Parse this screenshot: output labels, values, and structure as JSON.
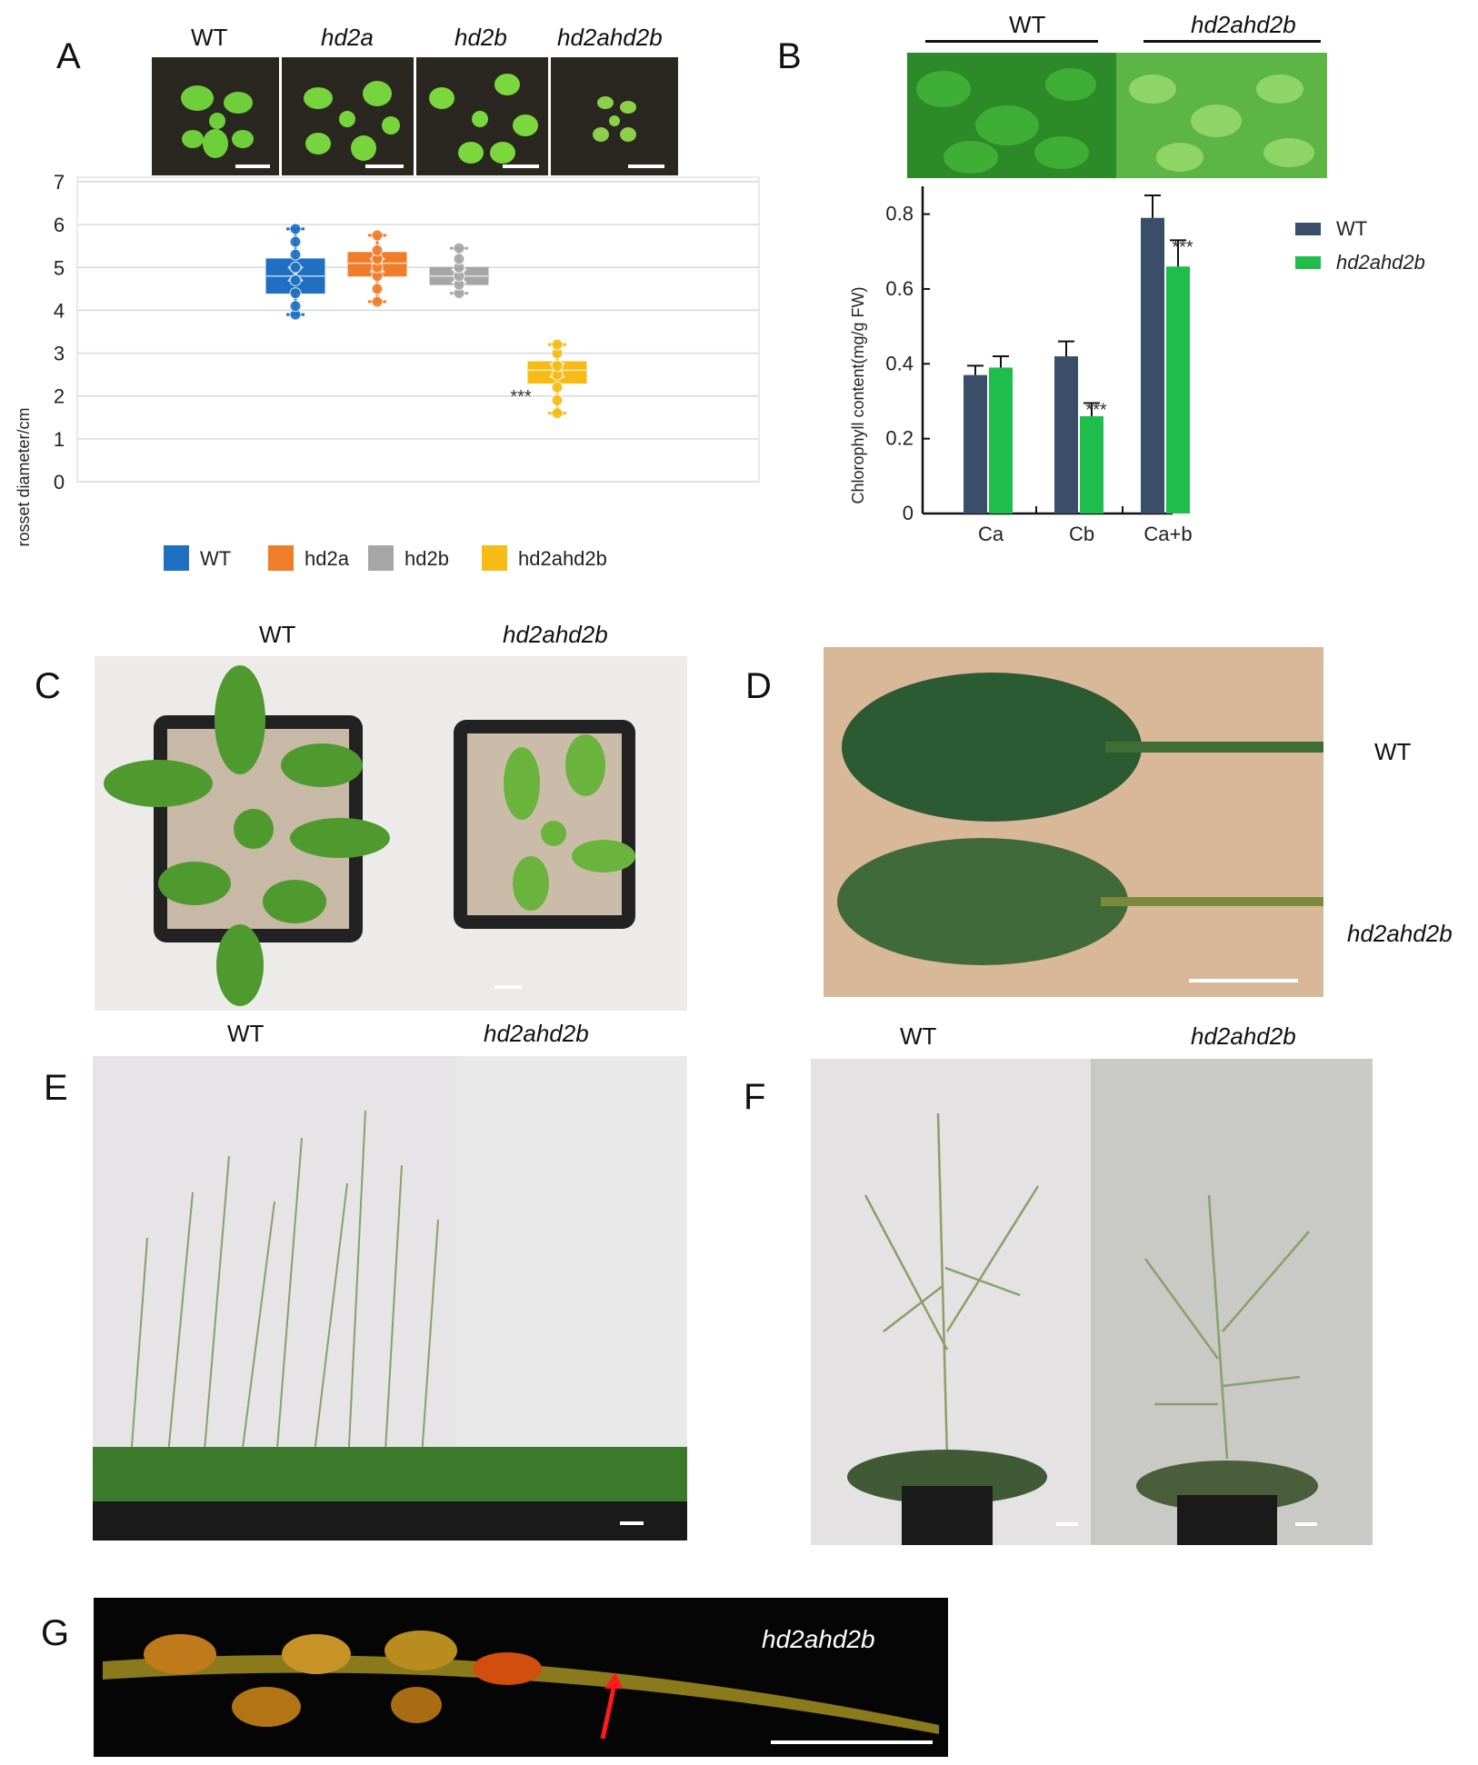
{
  "panels": {
    "A": {
      "letter": "A",
      "genotypes": [
        "WT",
        "hd2a",
        "hd2b",
        "hd2ahd2b"
      ],
      "significance": "***"
    },
    "B": {
      "letter": "B",
      "genotypes": [
        "WT",
        "hd2ahd2b"
      ],
      "significance": [
        "***",
        "***"
      ]
    },
    "C": {
      "letter": "C",
      "labels": [
        "WT",
        "hd2ahd2b"
      ]
    },
    "D": {
      "letter": "D",
      "labels": [
        "WT",
        "hd2ahd2b"
      ]
    },
    "E": {
      "letter": "E",
      "labels": [
        "WT",
        "hd2ahd2b"
      ]
    },
    "F": {
      "letter": "F",
      "labels": [
        "WT",
        "hd2ahd2b"
      ]
    },
    "G": {
      "letter": "G",
      "label": "hd2ahd2b"
    }
  },
  "colors": {
    "WT_box": "#1f6fc2",
    "hd2a_box": "#f07d2a",
    "hd2b_box": "#a6a6a6",
    "hd2ahd2b_box": "#f7bb16",
    "bar_WT": "#3a4e69",
    "bar_mut": "#1fbe4c",
    "arrow": "#ff1a1a"
  },
  "chart_data": [
    {
      "type": "box",
      "ylabel": "rosset diameter/cm",
      "ylim": [
        0,
        7
      ],
      "yticks": [
        0,
        1,
        2,
        3,
        4,
        5,
        6,
        7
      ],
      "grid": true,
      "legend_position": "bottom",
      "series": [
        {
          "name": "WT",
          "min": 3.9,
          "q1": 4.4,
          "median": 4.8,
          "q3": 5.2,
          "max": 5.9,
          "mean": 4.85,
          "points": [
            3.9,
            4.1,
            4.4,
            4.7,
            5.0,
            5.3,
            5.6,
            5.9
          ]
        },
        {
          "name": "hd2a",
          "min": 4.2,
          "q1": 4.8,
          "median": 5.1,
          "q3": 5.35,
          "max": 5.75,
          "mean": 5.05,
          "points": [
            4.2,
            4.5,
            4.8,
            5.0,
            5.2,
            5.4,
            5.75
          ]
        },
        {
          "name": "hd2b",
          "min": 4.4,
          "q1": 4.6,
          "median": 4.8,
          "q3": 5.0,
          "max": 5.45,
          "mean": 4.8,
          "points": [
            4.4,
            4.6,
            4.8,
            5.0,
            5.2,
            5.45
          ]
        },
        {
          "name": "hd2ahd2b",
          "min": 1.6,
          "q1": 2.3,
          "median": 2.6,
          "q3": 2.8,
          "max": 3.2,
          "mean": 2.6,
          "points": [
            1.6,
            1.9,
            2.2,
            2.5,
            2.7,
            3.0,
            3.2
          ]
        }
      ]
    },
    {
      "type": "bar",
      "ylabel": "Chlorophyll content(mg/g FW)",
      "ylim": [
        0,
        0.85
      ],
      "yticks": [
        0,
        0.2,
        0.4,
        0.6,
        0.8
      ],
      "yticklabels": [
        "0",
        "0.2",
        "0.4",
        "0.6",
        "0.8"
      ],
      "categories": [
        "Ca",
        "Cb",
        "Ca+b"
      ],
      "legend_position": "top-right",
      "series": [
        {
          "name": "WT",
          "values": [
            0.37,
            0.42,
            0.79
          ],
          "errors": [
            0.025,
            0.04,
            0.06
          ]
        },
        {
          "name": "hd2ahd2b",
          "values": [
            0.39,
            0.26,
            0.66
          ],
          "errors": [
            0.03,
            0.035,
            0.07
          ]
        }
      ]
    }
  ]
}
